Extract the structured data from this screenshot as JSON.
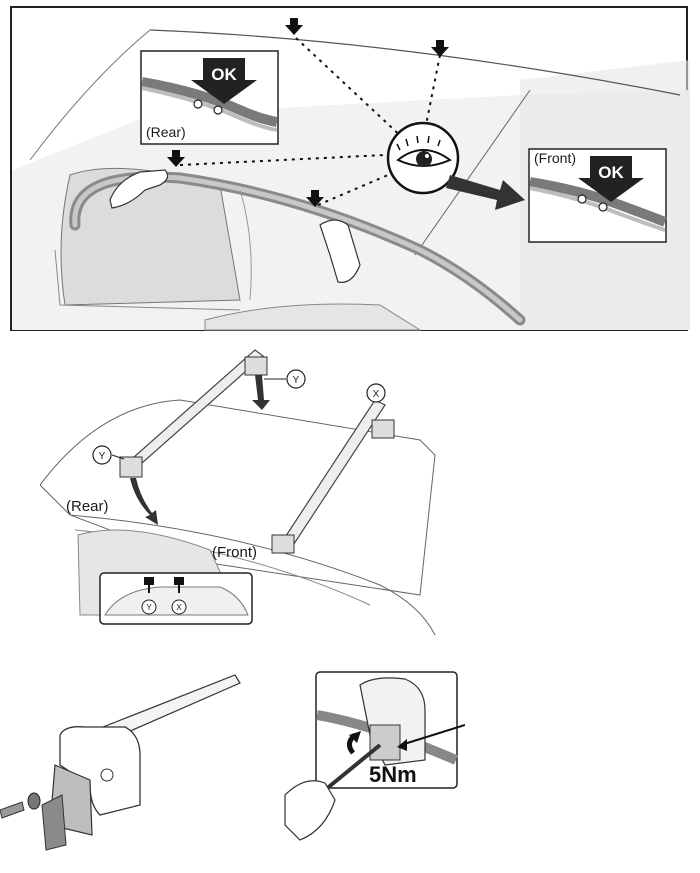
{
  "panel1": {
    "rear_label": "(Rear)",
    "front_label": "(Front)",
    "ok_rear": "OK",
    "ok_front": "OK",
    "icon": "eye-icon"
  },
  "panel2": {
    "rear_label": "(Rear)",
    "front_label": "(Front)",
    "marker_y": "Y",
    "marker_x": "X",
    "inset_marker_y": "Y",
    "inset_marker_x": "X"
  },
  "panel4": {
    "torque_label": "5Nm"
  }
}
